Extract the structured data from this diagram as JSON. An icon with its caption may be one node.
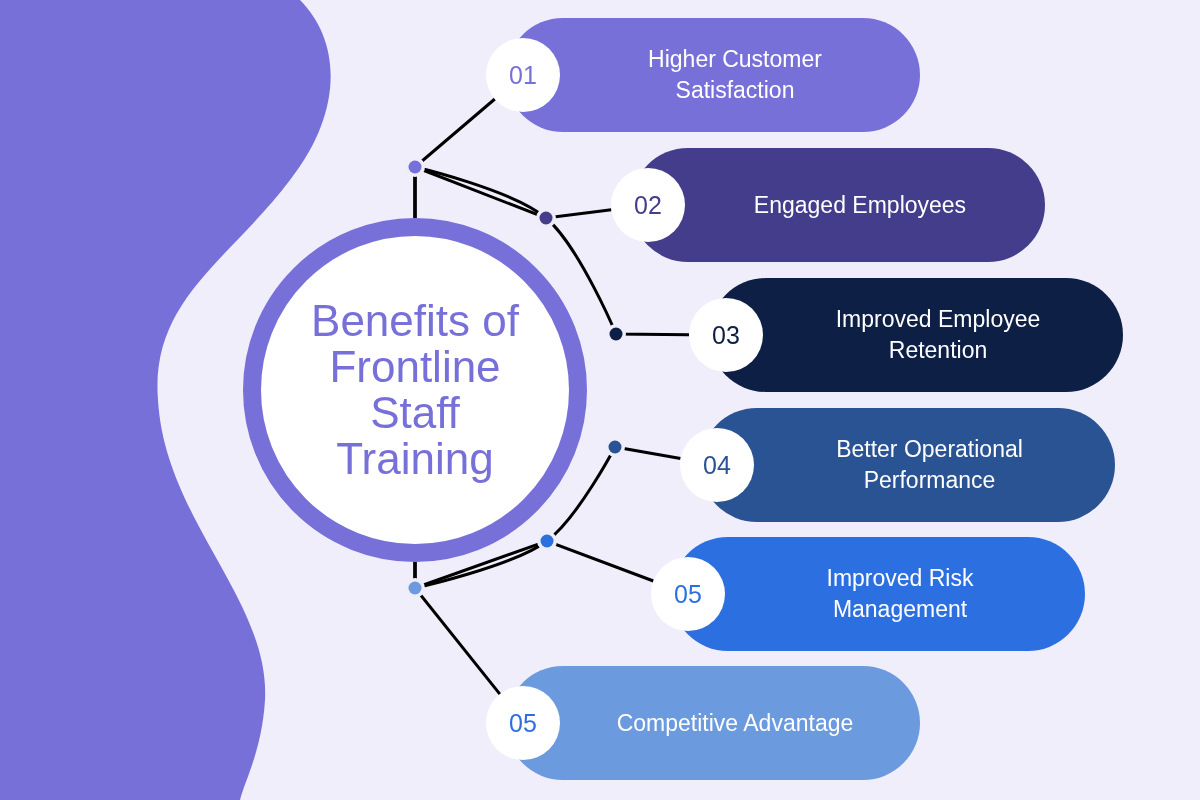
{
  "diagram": {
    "nodes": [
      {
        "text": [
          "Benefits of Frontline Staff Training"
        ]
      },
      {
        "text": [
          "01",
          "Higher Customer Satisfaction"
        ]
      },
      {
        "text": [
          "02",
          "Engaged Employees"
        ]
      },
      {
        "text": [
          "03",
          "Improved Employee Retention"
        ]
      },
      {
        "text": [
          "04",
          "Better Operational Performance"
        ]
      },
      {
        "text": [
          "05",
          "Improved Risk Management"
        ]
      },
      {
        "text": [
          "05",
          "Competitive Advantage"
        ]
      }
    ],
    "edges": [
      {
        "from": 0,
        "to": 1,
        "arrow": "none"
      },
      {
        "from": 0,
        "to": 2,
        "arrow": "none"
      },
      {
        "from": 0,
        "to": 3,
        "arrow": "none"
      },
      {
        "from": 0,
        "to": 4,
        "arrow": "none"
      },
      {
        "from": 0,
        "to": 5,
        "arrow": "none"
      },
      {
        "from": 0,
        "to": 6,
        "arrow": "none"
      }
    ]
  }
}
